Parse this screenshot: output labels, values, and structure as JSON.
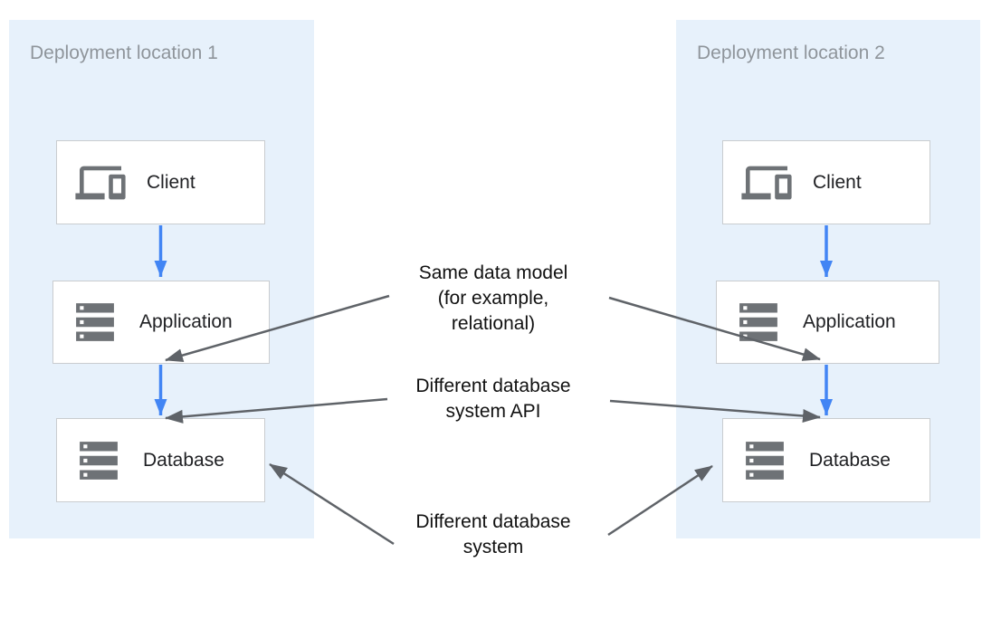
{
  "diagram": {
    "panels": [
      {
        "title": "Deployment location 1",
        "boxes": [
          {
            "label": "Client",
            "icon": "devices-icon"
          },
          {
            "label": "Application",
            "icon": "storage-icon"
          },
          {
            "label": "Database",
            "icon": "storage-icon"
          }
        ]
      },
      {
        "title": "Deployment location 2",
        "boxes": [
          {
            "label": "Client",
            "icon": "devices-icon"
          },
          {
            "label": "Application",
            "icon": "storage-icon"
          },
          {
            "label": "Database",
            "icon": "storage-icon"
          }
        ]
      }
    ],
    "annotations": [
      {
        "lines": [
          "Same data model",
          "(for example,",
          "relational)"
        ]
      },
      {
        "lines": [
          "Different database",
          "system API"
        ]
      },
      {
        "lines": [
          "Different database",
          "system"
        ]
      }
    ],
    "colors": {
      "panel_bg": "#E7F1FB",
      "panel_title_text": "#8F959B",
      "box_border": "#C9CCCF",
      "box_label_text": "#202124",
      "icon_gray": "#6E7276",
      "flow_arrow_blue": "#4285F4",
      "pointer_arrow_gray": "#5F6368",
      "annotation_text": "#111111"
    }
  }
}
